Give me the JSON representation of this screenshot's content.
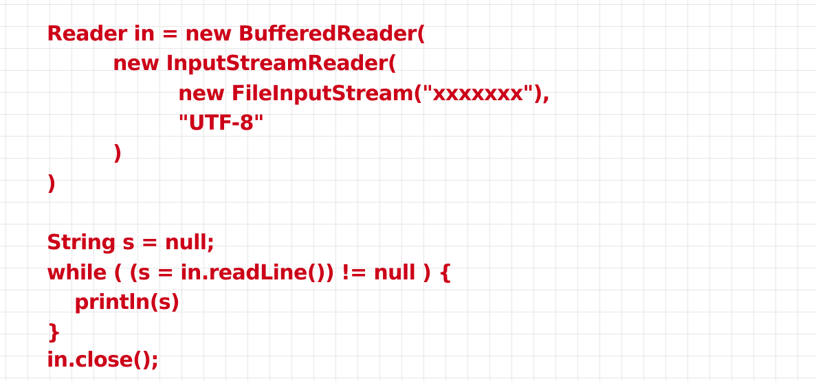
{
  "code": {
    "color": "#cc0018",
    "lines": [
      "Reader in = new BufferedReader(",
      "new InputStreamReader(",
      "new FileInputStream(\"xxxxxxx\"),",
      "\"UTF-8\"",
      ")",
      ")",
      "String s = null;",
      "while ( (s = in.readLine()) != null ) {",
      "println(s)",
      "}",
      "in.close();"
    ]
  }
}
